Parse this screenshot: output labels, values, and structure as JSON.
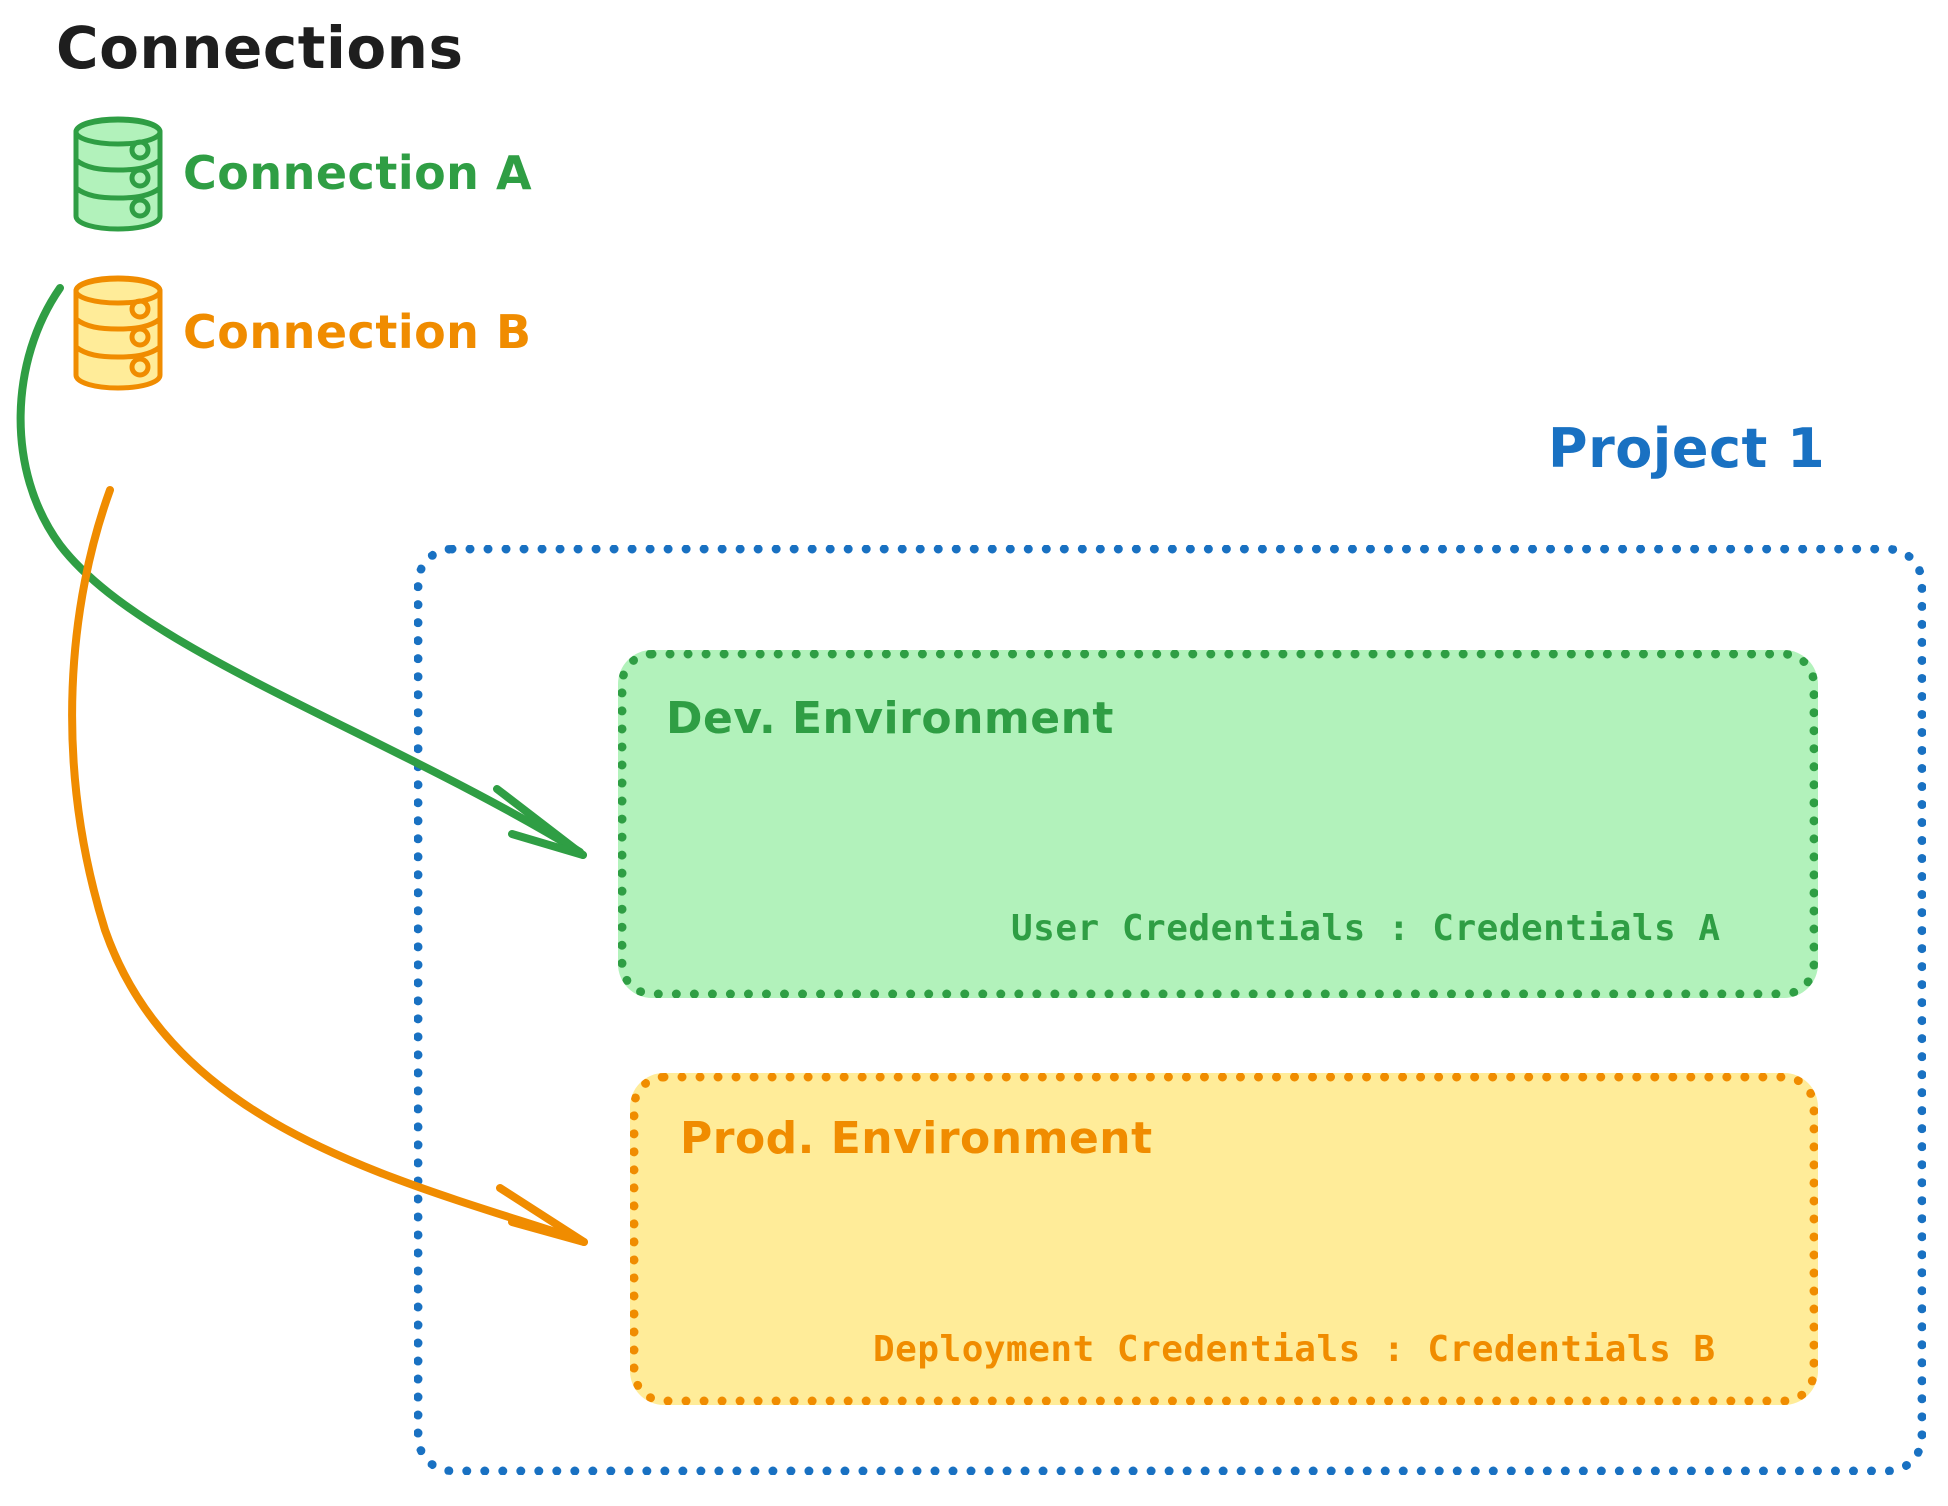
{
  "diagram": {
    "title": "Connections",
    "title_color": "#1e1e1e",
    "background": "#ffffff"
  },
  "connections": [
    {
      "label": "Connection A",
      "color": "#2f9e44",
      "fill": "#b2f2bb",
      "icon": "database-icon",
      "target": "Dev. Environment"
    },
    {
      "label": "Connection B",
      "color": "#f08c00",
      "fill": "#ffec99",
      "icon": "database-icon",
      "target": "Prod. Environment"
    }
  ],
  "project": {
    "label": "Project 1",
    "color": "#1971c2",
    "environments": [
      {
        "name": "Dev. Environment",
        "credentials_key": "User Credentials",
        "credentials_separator": ":",
        "credentials_value": "Credentials A",
        "credentials_line": "User Credentials : Credentials A",
        "color": "#2f9e44",
        "fill": "#b2f2bb"
      },
      {
        "name": "Prod. Environment",
        "credentials_key": "Deployment Credentials",
        "credentials_separator": ":",
        "credentials_value": "Credentials B",
        "credentials_line": "Deployment Credentials : Credentials B",
        "color": "#f08c00",
        "fill": "#ffec99"
      }
    ]
  }
}
